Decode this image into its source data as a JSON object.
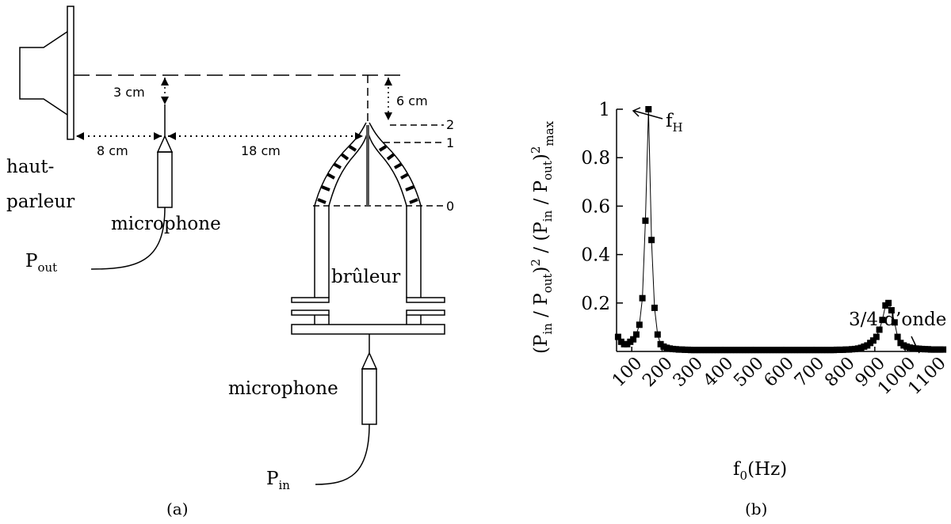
{
  "panel_a": {
    "caption": "(a)",
    "speaker_label_1": "haut-",
    "speaker_label_2": "parleur",
    "dist_8": "8 cm",
    "dist_18": "18 cm",
    "dist_3": "3 cm",
    "dist_6": "6 cm",
    "mic_top_label": "microphone",
    "mic_bottom_label": "microphone",
    "p_out": "P",
    "p_out_sub": "out",
    "p_in": "P",
    "p_in_sub": "in",
    "burner_label": "brûleur",
    "level_2": "2",
    "level_1": "1",
    "level_0": "0"
  },
  "panel_b": {
    "caption": "(b)",
    "annotation_fh": "f",
    "annotation_fh_sub": "H",
    "annotation_3_4": "3/4 d’onde",
    "xlabel": "f",
    "xlabel_sub": "0",
    "xlabel_rest": "(Hz)"
  },
  "chart_data": {
    "type": "line",
    "title": "",
    "xlabel": "f0(Hz)",
    "ylabel": "(Pin / Pout)^2 / (Pin / Pout)^2 max",
    "xlim": [
      50,
      1130
    ],
    "ylim": [
      0,
      1
    ],
    "xticks": [
      100,
      200,
      300,
      400,
      500,
      600,
      700,
      800,
      900,
      1000,
      1100
    ],
    "yticks": [
      0.2,
      0.4,
      0.6,
      0.8,
      1
    ],
    "ytick_labels": [
      "0.2",
      "0.4",
      "0.6",
      "0.8",
      "1"
    ],
    "grid": false,
    "series": [
      {
        "marker": "square",
        "x": [
          55,
          65,
          75,
          85,
          95,
          105,
          115,
          125,
          135,
          145,
          155,
          165,
          175,
          185,
          195,
          205,
          215,
          225,
          235,
          245,
          255,
          265,
          275,
          285,
          295,
          305,
          315,
          325,
          335,
          345,
          355,
          365,
          375,
          385,
          395,
          405,
          415,
          425,
          435,
          445,
          455,
          465,
          475,
          485,
          495,
          505,
          515,
          525,
          535,
          545,
          555,
          565,
          575,
          585,
          595,
          605,
          615,
          625,
          635,
          645,
          655,
          665,
          675,
          685,
          695,
          705,
          715,
          725,
          735,
          745,
          755,
          765,
          775,
          785,
          795,
          805,
          815,
          825,
          835,
          845,
          855,
          865,
          875,
          885,
          895,
          905,
          915,
          925,
          935,
          945,
          955,
          965,
          975,
          985,
          995,
          1005,
          1015,
          1025,
          1035,
          1045,
          1055,
          1065,
          1075,
          1085,
          1095,
          1105,
          1115,
          1125
        ],
        "y": [
          0.06,
          0.04,
          0.03,
          0.03,
          0.04,
          0.05,
          0.07,
          0.11,
          0.22,
          0.54,
          1.0,
          0.46,
          0.18,
          0.07,
          0.03,
          0.02,
          0.015,
          0.012,
          0.01,
          0.009,
          0.008,
          0.008,
          0.007,
          0.007,
          0.006,
          0.006,
          0.006,
          0.006,
          0.006,
          0.006,
          0.006,
          0.006,
          0.006,
          0.006,
          0.006,
          0.006,
          0.006,
          0.006,
          0.006,
          0.006,
          0.006,
          0.006,
          0.006,
          0.006,
          0.006,
          0.006,
          0.006,
          0.006,
          0.006,
          0.006,
          0.006,
          0.006,
          0.006,
          0.006,
          0.006,
          0.006,
          0.006,
          0.006,
          0.006,
          0.006,
          0.006,
          0.006,
          0.006,
          0.006,
          0.006,
          0.006,
          0.006,
          0.006,
          0.006,
          0.006,
          0.006,
          0.006,
          0.007,
          0.007,
          0.007,
          0.008,
          0.008,
          0.009,
          0.01,
          0.012,
          0.015,
          0.02,
          0.025,
          0.035,
          0.045,
          0.06,
          0.09,
          0.13,
          0.19,
          0.2,
          0.17,
          0.12,
          0.06,
          0.035,
          0.025,
          0.02,
          0.016,
          0.014,
          0.012,
          0.011,
          0.01,
          0.009,
          0.009,
          0.008,
          0.008,
          0.008,
          0.008,
          0.008
        ]
      }
    ]
  }
}
